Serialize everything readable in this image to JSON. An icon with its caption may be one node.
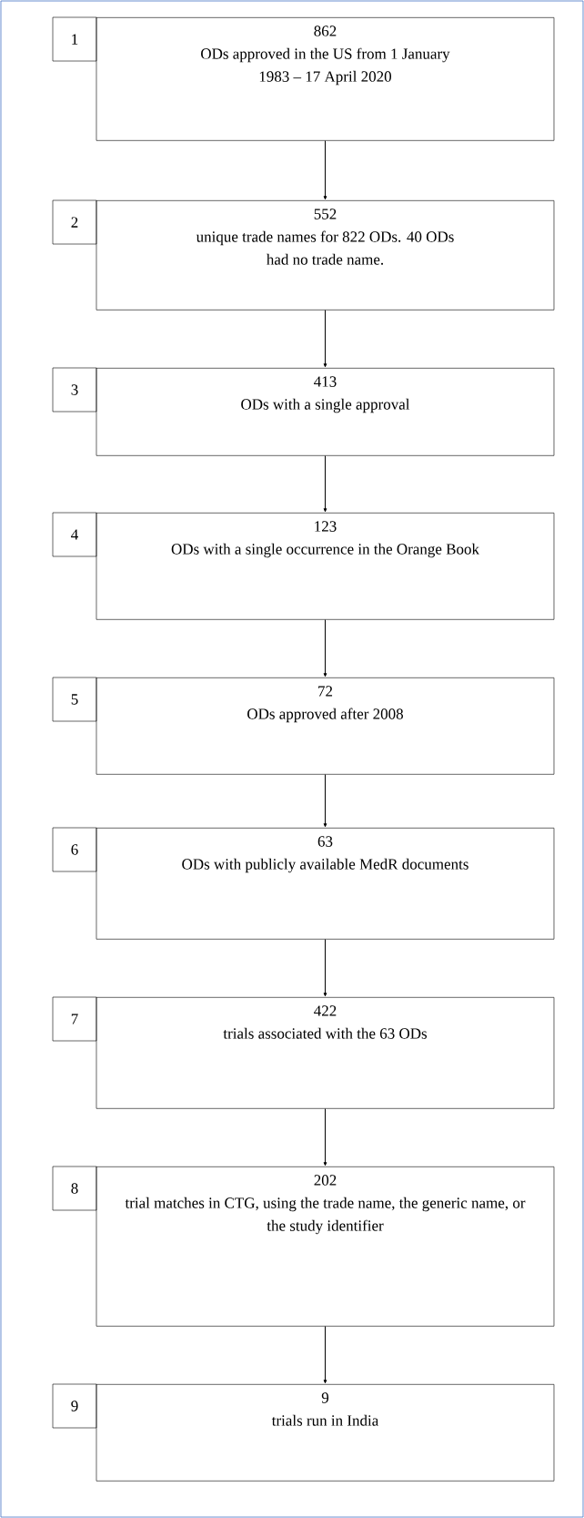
{
  "diagram": {
    "nodes": [
      {
        "text": [
          "1"
        ]
      },
      {
        "text": [
          "862",
          "ODs approved in the US from 1 January 1983 – 17 April 2020"
        ]
      },
      {
        "text": [
          "2"
        ]
      },
      {
        "text": [
          "552",
          "unique trade names for 822 ODs. 40 ODs had no trade name."
        ]
      },
      {
        "text": [
          "3"
        ]
      },
      {
        "text": [
          "413",
          "ODs with a single approval"
        ]
      },
      {
        "text": [
          "4"
        ]
      },
      {
        "text": [
          "123",
          "ODs with a single occurrence in the Orange Book"
        ]
      },
      {
        "text": [
          "5"
        ]
      },
      {
        "text": [
          "72",
          "ODs approved after 2008"
        ]
      },
      {
        "text": [
          "6"
        ]
      },
      {
        "text": [
          "63",
          "ODs with publicly available MedR documents"
        ]
      },
      {
        "text": [
          "7"
        ]
      },
      {
        "text": [
          "422",
          "trials associated with the 63 ODs"
        ]
      },
      {
        "text": [
          "8"
        ]
      },
      {
        "text": [
          "202",
          "trial matches in CTG, using the trade name, the generic name, or the study identifier"
        ]
      },
      {
        "text": [
          "9"
        ]
      },
      {
        "text": [
          "9",
          "trials run in India"
        ]
      }
    ],
    "edges": [
      {
        "from": 1,
        "to": 3,
        "arrow": "to"
      },
      {
        "from": 3,
        "to": 5,
        "arrow": "to"
      },
      {
        "from": 5,
        "to": 7,
        "arrow": "to"
      },
      {
        "from": 7,
        "to": 9,
        "arrow": "to"
      },
      {
        "from": 9,
        "to": 11,
        "arrow": "to"
      },
      {
        "from": 11,
        "to": 13,
        "arrow": "to"
      },
      {
        "from": 13,
        "to": 15,
        "arrow": "to"
      },
      {
        "from": 15,
        "to": 17,
        "arrow": "to"
      }
    ]
  }
}
